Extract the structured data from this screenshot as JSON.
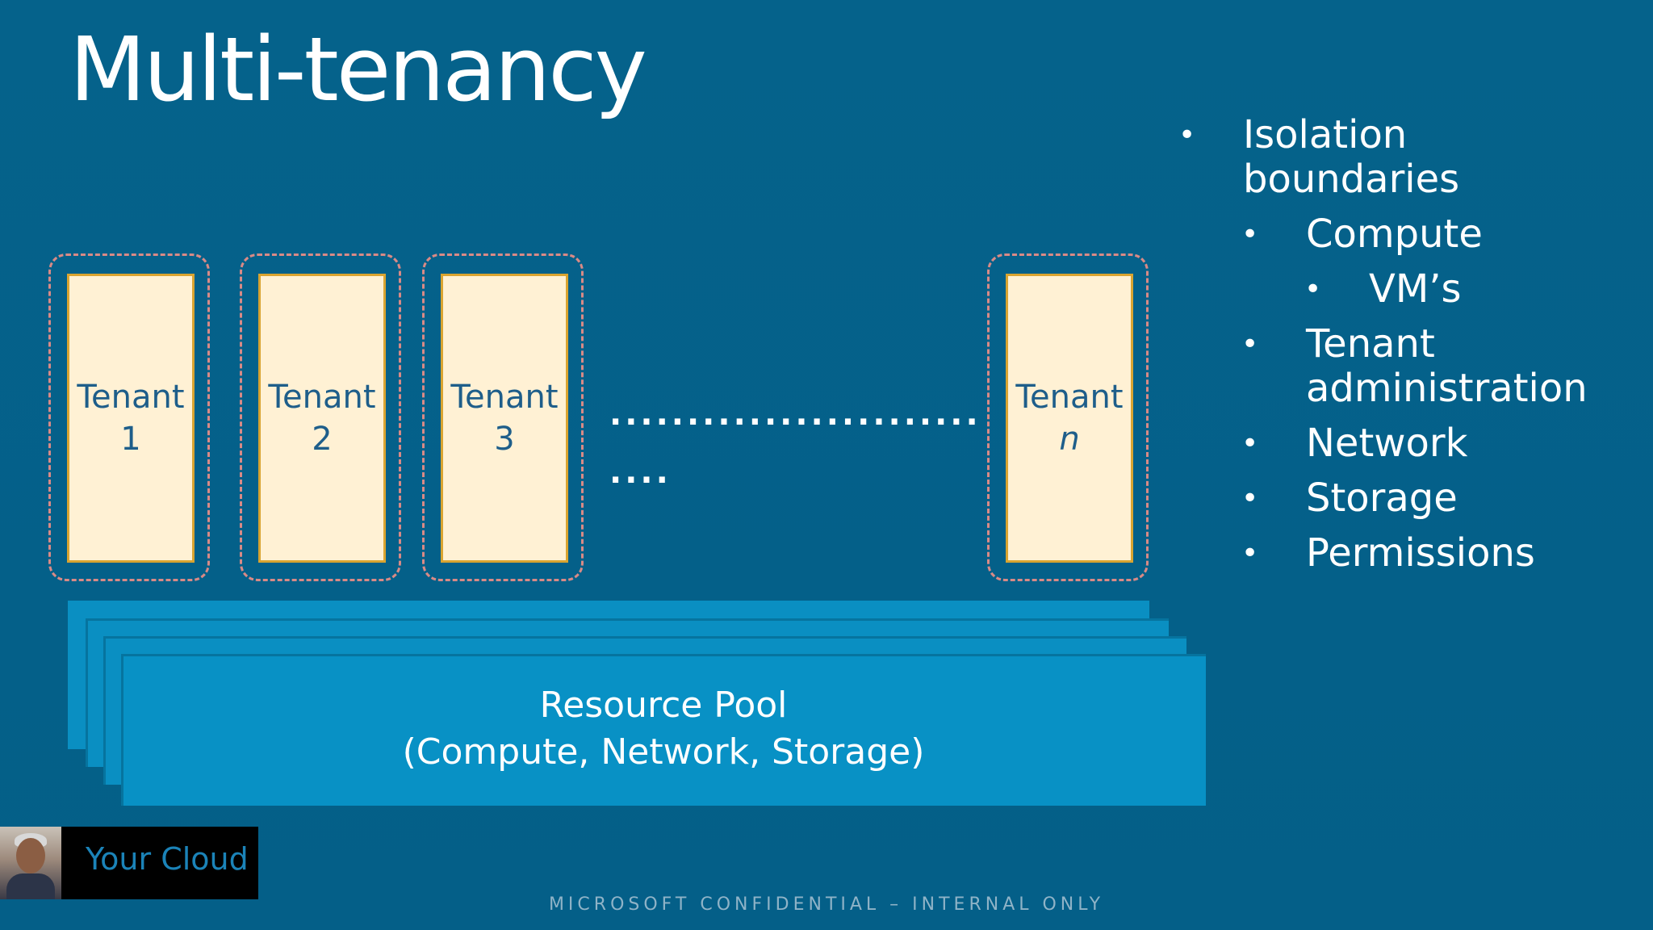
{
  "slide": {
    "title": "Multi-tenancy",
    "tenants": [
      {
        "label": "Tenant",
        "number": "1"
      },
      {
        "label": "Tenant",
        "number": "2"
      },
      {
        "label": "Tenant",
        "number": "3"
      },
      {
        "label": "Tenant",
        "number": "n"
      }
    ],
    "dots_line1": "........................",
    "dots_line2": "....",
    "resource_pool": {
      "line1": "Resource Pool",
      "line2": "(Compute, Network, Storage)"
    },
    "bullets": [
      {
        "text": "Isolation boundaries",
        "level": 0
      },
      {
        "text": "Compute",
        "level": 1
      },
      {
        "text": "VM’s",
        "level": 2
      },
      {
        "text": "Tenant administration",
        "level": 1
      },
      {
        "text": "Network",
        "level": 1
      },
      {
        "text": "Storage",
        "level": 1
      },
      {
        "text": "Permissions",
        "level": 1
      }
    ],
    "bullet_glyph": "•",
    "footer": "MICROSOFT CONFIDENTIAL – INTERNAL ONLY"
  },
  "presenter": {
    "label": "Your Cloud",
    "avatar_icon": "presenter-avatar"
  },
  "colors": {
    "background": "#05618a",
    "tenant_fill": "#fff1d4",
    "tenant_border": "#d9a431",
    "tenant_dashed": "#d98a86",
    "pool_fill": "#0891c5"
  }
}
